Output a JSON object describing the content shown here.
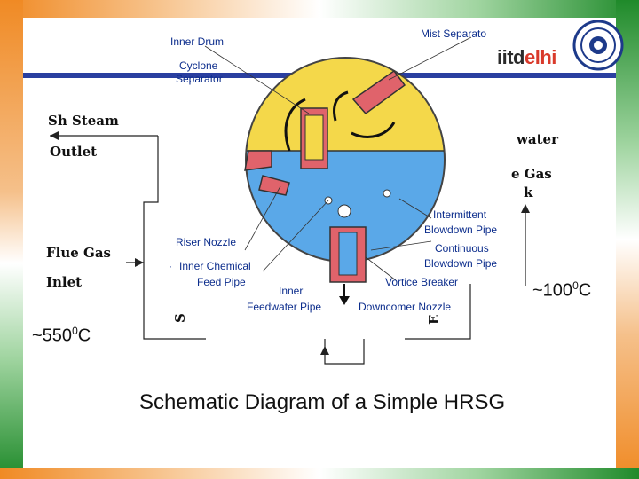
{
  "logo": {
    "prefix": "iitd",
    "suffix": "elhi"
  },
  "caption": "Schematic Diagram of a Simple HRSG",
  "temps": {
    "right_value": "~100",
    "right_sup": "0",
    "right_unit": "C",
    "left_value": "~550",
    "left_sup": "0",
    "left_unit": "C"
  },
  "labels": {
    "inner_drum": "Inner Drum",
    "mist_separator": "Mist Separato",
    "cyclone_1": "Cyclone",
    "cyclone_2": "Separator",
    "sh_steam_1": "Sh Steam",
    "sh_steam_2": "Outlet",
    "feedwater_right": "water",
    "flue_gas_right_1": "e Gas",
    "flue_gas_right_2": "k",
    "intermittent_1": "Intermittent",
    "intermittent_2": "Blowdown Pipe",
    "continuous_1": "Continuous",
    "continuous_2": "Blowdown Pipe",
    "riser_nozzle": "Riser Nozzle",
    "chem_feed_1": "Inner Chemical",
    "chem_feed_2": "Feed Pipe",
    "flue_gas_inlet_1": "Flue Gas",
    "flue_gas_inlet_2": "Inlet",
    "inner_feedwater_1": "Inner",
    "inner_feedwater_2": "Feedwater Pipe",
    "vortice_breaker": "Vortice Breaker",
    "downcomer_nozzle": "Downcomer Nozzle",
    "s_letter": "S",
    "e_letter": "E"
  },
  "colors": {
    "steam": "#f4d84a",
    "water": "#5aa8e8",
    "pipe": "#e0636b",
    "rule": "#2a3fa0",
    "label": "#0c2d8c"
  }
}
